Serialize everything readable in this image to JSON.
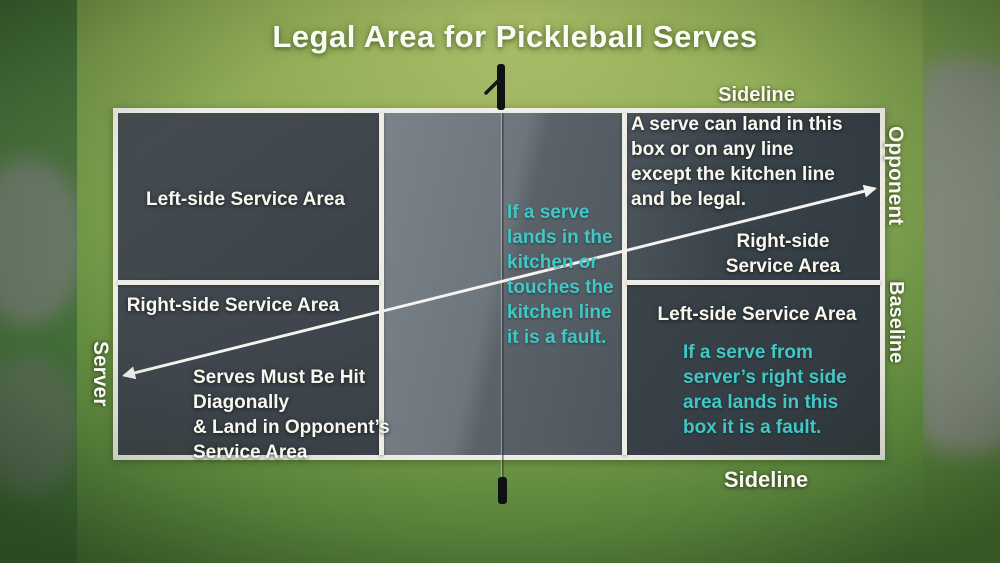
{
  "title": "Legal Area for Pickleball Serves",
  "edge_labels": {
    "sideline_top": "Sideline",
    "sideline_bottom": "Sideline",
    "opponent": "Opponent",
    "baseline": "Baseline",
    "server": "Server"
  },
  "court_boxes": {
    "near_left_top": "Left-side Service Area",
    "near_left_bottom": "Right-side Service Area",
    "far_right_top": [
      "Right-side",
      "Service Area"
    ],
    "far_right_bottom": "Left-side Service Area"
  },
  "notes": {
    "legal_serve": [
      "A serve can land in this",
      "box or on any line",
      "except the kitchen line",
      "and be legal."
    ],
    "kitchen_fault": [
      "If a serve",
      "lands in the",
      "kitchen or",
      "touches the",
      "kitchen line",
      "it is a fault."
    ],
    "wrong_box_fault": [
      "If a serve from",
      "server’s right side",
      "area lands in this",
      "box it is a fault."
    ],
    "serve_rule": [
      "Serves Must Be Hit",
      "Diagonally",
      "& Land in Opponent’s",
      "Service Area"
    ]
  },
  "colors": {
    "fault_text": "#3fc8c5",
    "label_text": "#f8f8f1",
    "court_line": "#eeede6"
  }
}
